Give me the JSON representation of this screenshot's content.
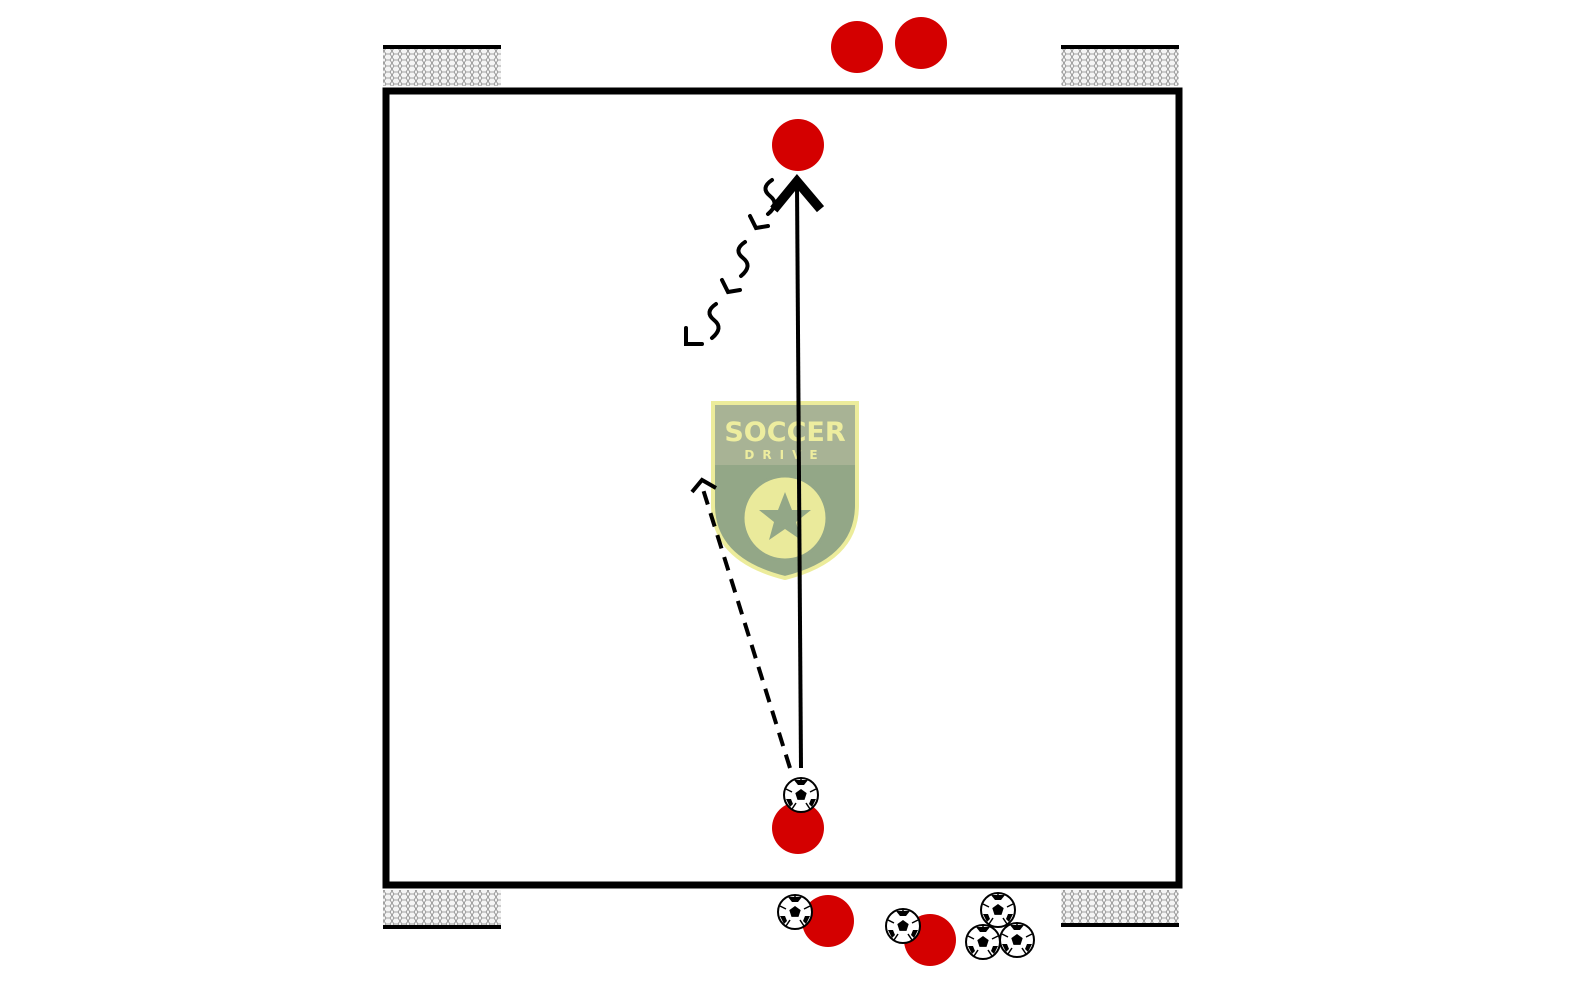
{
  "diagram": {
    "type": "soccer-drill",
    "colors": {
      "player": "#d40000",
      "field_line": "#000000",
      "logo_fill": "#8a9a6a",
      "logo_accent": "#eaea8a",
      "net": "#ffffff"
    },
    "logo": {
      "line1": "SOCCER",
      "line2": "DRIVE"
    },
    "players": [
      {
        "id": "top-left-waiting"
      },
      {
        "id": "top-right-waiting"
      },
      {
        "id": "receiver"
      },
      {
        "id": "passer"
      },
      {
        "id": "bottom-waiting-1"
      },
      {
        "id": "bottom-waiting-2"
      }
    ],
    "balls_count": 6,
    "goals_count": 4,
    "movements": [
      {
        "kind": "pass",
        "from": "passer",
        "to": "receiver",
        "style": "solid"
      },
      {
        "kind": "run",
        "from": "passer",
        "style": "dashed"
      },
      {
        "kind": "dribble",
        "from": "receiver",
        "style": "zigzag"
      }
    ]
  }
}
